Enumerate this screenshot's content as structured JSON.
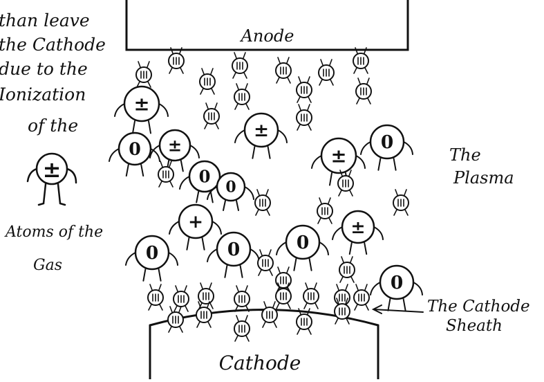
{
  "left_caption": {
    "lines": [
      "than leave",
      "the Cathode",
      "due to the",
      "Ionization",
      "of the"
    ]
  },
  "atom_legend": {
    "symbol": "±",
    "lines": [
      "Atoms of the",
      "Gas"
    ]
  },
  "anode": {
    "label": "Anode"
  },
  "cathode": {
    "label": "Cathode"
  },
  "plasma": {
    "lines": [
      "The",
      "Plasma"
    ]
  },
  "cathode_sheath": {
    "lines": [
      "The Cathode",
      "Sheath"
    ]
  },
  "particles": {
    "ion_symbol": "+",
    "electron_symbol": "0",
    "atom_symbol": "±"
  },
  "colors": {
    "ink": "#111111",
    "paper": "#ffffff"
  }
}
